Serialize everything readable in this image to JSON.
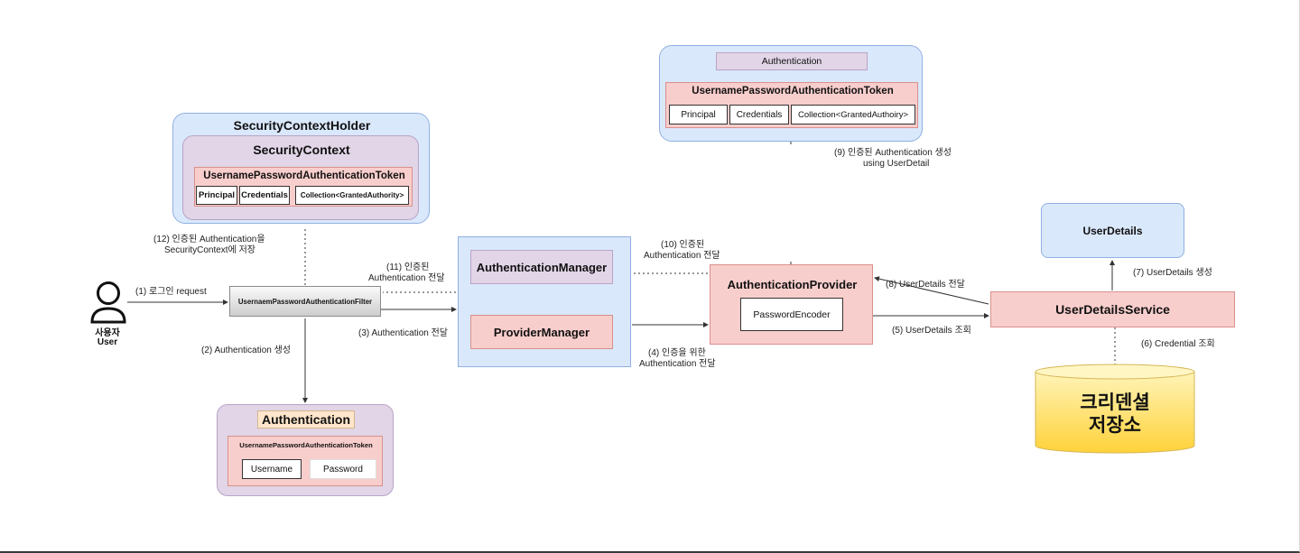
{
  "security_context_holder": {
    "title": "SecurityContextHolder",
    "context_title": "SecurityContext",
    "token_title": "UsernamePasswordAuthenticationToken",
    "fields": [
      "Principal",
      "Credentials",
      "Collection<GrantedAuthority>"
    ]
  },
  "user": {
    "label_ko": "사용자",
    "label_en": "User"
  },
  "filter": {
    "label": "UsernaemPasswordAuthenticationFilter"
  },
  "authentication_box": {
    "title": "Authentication",
    "token_title": "UsernamePasswordAuthenticationToken",
    "fields": [
      "Username",
      "Password"
    ]
  },
  "manager_box": {
    "manager_label": "AuthenticationManager",
    "provider_manager_label": "ProviderManager"
  },
  "top_auth_box": {
    "header": "Authentication",
    "token_title": "UsernamePasswordAuthenticationToken",
    "fields": [
      "Principal",
      "Credentials",
      "Collection<GrantedAuthoiry>"
    ]
  },
  "provider": {
    "title": "AuthenticationProvider",
    "encoder": "PasswordEncoder"
  },
  "user_details": {
    "label": "UserDetails"
  },
  "user_details_service": {
    "label": "UserDetailsService"
  },
  "credential_store": {
    "line1": "크리덴셜",
    "line2": "저장소"
  },
  "steps": {
    "s1": "(1) 로그인 request",
    "s2": "(2) Authentication 생성",
    "s3": "(3) Authentication 전달",
    "s4a": "(4) 인증을 위한",
    "s4b": "Authentication 전달",
    "s5": "(5) UserDetails 조회",
    "s6": "(6) Credential 조회",
    "s7": "(7) UserDetails 생성",
    "s8": "(8) UserDetails 전달",
    "s9a": "(9) 인증된 Authentication 생성",
    "s9b": "using UserDetail",
    "s10a": "(10) 인증된",
    "s10b": "Authentication 전달",
    "s11a": "(11) 인증된",
    "s11b": "Authentication 전달",
    "s12a": "(12) 인증된 Authentication을",
    "s12b": "SecurityContext에 저장"
  }
}
